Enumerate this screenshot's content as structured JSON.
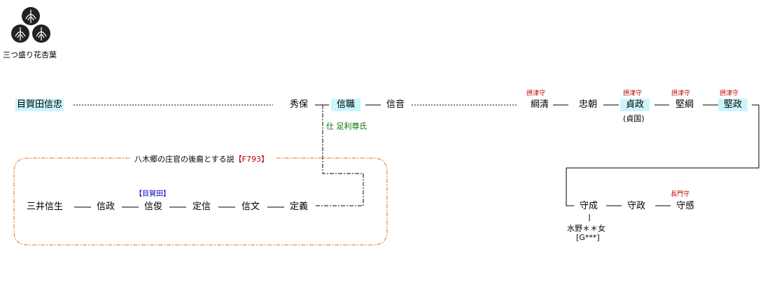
{
  "crest": {
    "icon": "mitsumori-kyoyo-crest-icon",
    "label": "三つ盛り花杏葉"
  },
  "people": {
    "mega_nobutada": "目賀田信忠",
    "hideyasu": "秀保",
    "nobumoto": "信職",
    "nobuoto": "信音",
    "tsunakiyo": "綱清",
    "tadatomo": "忠朝",
    "sadamasa": "貞政",
    "katatsuna": "堅綱",
    "katamasa": "堅政",
    "mori_shige": "守成",
    "mori_masa": "守政",
    "mori_kan": "守感",
    "mitsui_nobuo": "三井信生",
    "nobumasa": "信政",
    "nobutoshi": "信俊",
    "sadanobu": "定信",
    "nobufumi": "信文",
    "sadayoshi": "定義"
  },
  "titles": {
    "tsunakiyo": "摂津守",
    "sadamasa": "摂津守",
    "katatsuna": "摂津守",
    "katamasa": "摂津守",
    "mori_kan": "長門守"
  },
  "notes": {
    "nobumoto_service": "仕 足利尊氏",
    "sadamasa_alias": "(貞国)",
    "nobutoshi_surname": "【目賀田】",
    "wife_name": "水野＊＊女",
    "wife_ref": "[G***]",
    "theory_text": "八木郷の庄官の後裔とする説",
    "theory_ref": "【F793】"
  },
  "colors": {
    "highlight": "#ccf5fb",
    "title_red": "#c00000",
    "note_green": "#007000",
    "note_blue": "#0000c0",
    "group_border": "#e07020"
  }
}
